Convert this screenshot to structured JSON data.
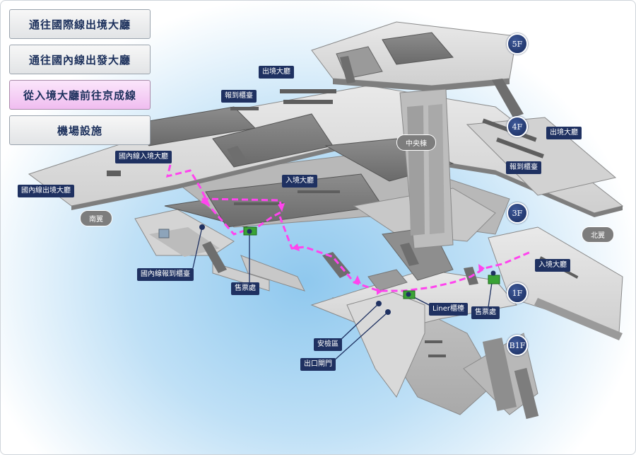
{
  "menu": [
    {
      "label": "通往國際線出境大廳",
      "active": false
    },
    {
      "label": "通往國內線出發大廳",
      "active": false
    },
    {
      "label": "從入境大廳前往京成線",
      "active": true
    },
    {
      "label": "機場設施",
      "active": false
    }
  ],
  "floors": [
    "5F",
    "4F",
    "3F",
    "1F",
    "B1F"
  ],
  "areas": {
    "departure_lobby_center": "出境大廳",
    "checkin_center": "報到櫃臺",
    "central_building": "中央棟",
    "departure_lobby_north": "出境大廳",
    "checkin_north": "報到櫃臺",
    "domestic_arrival_lobby": "國內線入境大廳",
    "domestic_departure_lobby": "國內線出境大廳",
    "south_wing": "南翼",
    "arrival_lobby_center": "入境大廳",
    "north_wing": "北翼",
    "arrival_lobby_north": "入境大廳",
    "domestic_checkin": "國內線報到櫃臺",
    "ticket_office_south": "售票處",
    "liner_counter": "Liner櫃檯",
    "ticket_office_north": "售票處",
    "security_area": "安檢區",
    "exit_gate": "出口閘門"
  },
  "colors": {
    "route": "#ff44ee",
    "label_bg": "#1f3161",
    "floor_circle": "#1f3161",
    "ticket_marker": "#3aa335",
    "active_button": "#f4c8f4"
  }
}
